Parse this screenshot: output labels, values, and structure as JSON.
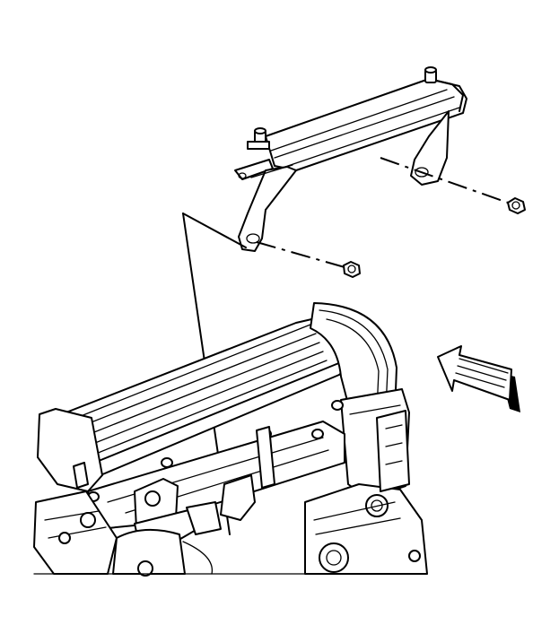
{
  "figure": {
    "kind": "exploded-view line illustration",
    "parts": [
      "bracket",
      "bracket-stud-left",
      "bracket-stud-right",
      "nut-right",
      "nut-center",
      "engine-intake-assembly",
      "view-direction-arrow"
    ],
    "colors": {
      "line": "#000000",
      "background": "#ffffff"
    }
  }
}
